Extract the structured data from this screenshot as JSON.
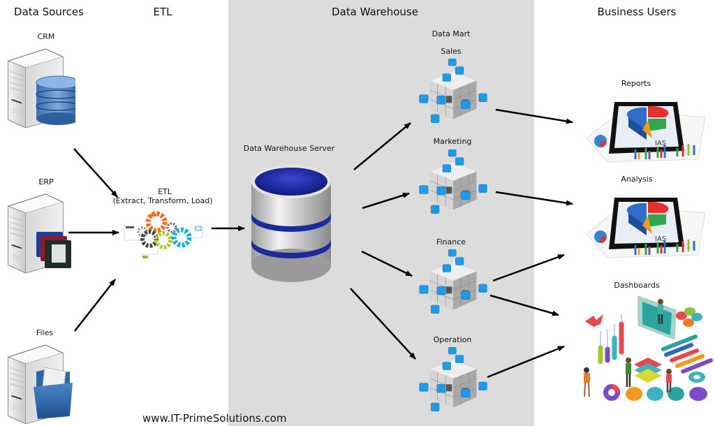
{
  "columns": {
    "data_sources": "Data Sources",
    "etl": "ETL",
    "data_warehouse": "Data Warehouse",
    "business_users": "Business Users"
  },
  "sources": [
    {
      "label": "CRM",
      "icon": "server-with-database-icon"
    },
    {
      "label": "ERP",
      "icon": "server-with-folders-icon"
    },
    {
      "label": "Files",
      "icon": "server-with-folder-icon"
    }
  ],
  "etl": {
    "title": "ETL",
    "subtitle": "(Extract, Transform, Load)",
    "icon": "gears-icon"
  },
  "warehouse": {
    "server_label": "Data Warehouse Server",
    "icon": "database-cylinder-icon",
    "data_mart_label": "Data Mart",
    "marts": [
      {
        "label": "Sales",
        "icon": "cube-icon"
      },
      {
        "label": "Marketing",
        "icon": "cube-icon"
      },
      {
        "label": "Finance",
        "icon": "cube-icon"
      },
      {
        "label": "Operation",
        "icon": "cube-icon"
      }
    ]
  },
  "users": [
    {
      "label": "Reports",
      "icon": "report-charts-icon"
    },
    {
      "label": "Analysis",
      "icon": "analysis-charts-icon"
    },
    {
      "label": "Dashboards",
      "icon": "dashboard-illustration-icon"
    }
  ],
  "edges": [
    {
      "from": "CRM",
      "to": "ETL"
    },
    {
      "from": "ERP",
      "to": "ETL"
    },
    {
      "from": "Files",
      "to": "ETL"
    },
    {
      "from": "ETL",
      "to": "Data Warehouse Server"
    },
    {
      "from": "Data Warehouse Server",
      "to": "Sales"
    },
    {
      "from": "Data Warehouse Server",
      "to": "Marketing"
    },
    {
      "from": "Data Warehouse Server",
      "to": "Finance"
    },
    {
      "from": "Data Warehouse Server",
      "to": "Operation"
    },
    {
      "from": "Sales",
      "to": "Reports"
    },
    {
      "from": "Marketing",
      "to": "Analysis"
    },
    {
      "from": "Finance",
      "to": "Analysis"
    },
    {
      "from": "Finance",
      "to": "Dashboards"
    },
    {
      "from": "Operation",
      "to": "Dashboards"
    }
  ],
  "colors": {
    "panel": "#dcdcdc",
    "db_blue": "#1c2a9c",
    "cube_blue": "#1e9be8",
    "arrow": "#000000"
  },
  "footer": "www.IT-PrimeSolutions.com"
}
